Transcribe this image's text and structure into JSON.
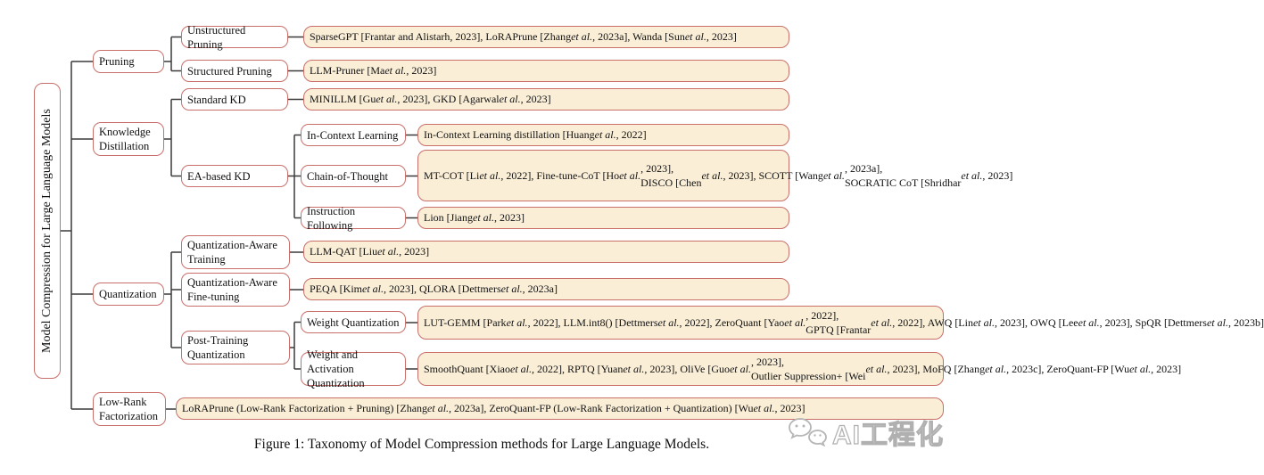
{
  "figure": {
    "caption": "Figure 1: Taxonomy of Model Compression methods for Large Language Models."
  },
  "colors": {
    "box_border": "#c96f6a",
    "leaf_fill": "#faeed7",
    "line": "#3a3a3a"
  },
  "tree": {
    "root": "Model Compression for Large Language Models",
    "l1": {
      "pruning": "Pruning",
      "kd": "Knowledge\nDistillation",
      "quant": "Quantization",
      "lowrank": "Low-Rank\nFactorization"
    },
    "l2": {
      "unstructured": "Unstructured Pruning",
      "structured": "Structured Pruning",
      "standard_kd": "Standard KD",
      "ea_kd": "EA-based KD",
      "qat": "Quantization-Aware\nTraining",
      "qaf": "Quantization-Aware\nFine-tuning",
      "ptq": "Post-Training\nQuantization"
    },
    "l3": {
      "icl": "In-Context Learning",
      "cot": "Chain-of-Thought",
      "instruction": "Instruction Following",
      "wq": "Weight Quantization",
      "waq": "Weight and Activation\nQuantization"
    }
  },
  "leaves": {
    "unstructured": "SparseGPT [Frantar and Alistarh, 2023], LoRAPrune [Zhang et al., 2023a], Wanda [Sun et al., 2023]",
    "structured": "LLM-Pruner [Ma et al., 2023]",
    "standard_kd": "MINILLM [Gu et al., 2023], GKD [Agarwal et al., 2023]",
    "icl": "In-Context Learning distillation [Huang et al., 2022]",
    "cot": "MT-COT [Li et al., 2022], Fine-tune-CoT [Ho et al., 2023],\nDISCO [Chen et al., 2023], SCOTT [Wang et al., 2023a],\nSOCRATIC CoT [Shridhar et al., 2023]",
    "instruction": "Lion [Jiang et al., 2023]",
    "qat": "LLM-QAT [Liu et al., 2023]",
    "qaf": "PEQA [Kim et al., 2023], QLORA [Dettmers et al., 2023a]",
    "wq": "LUT-GEMM [Park et al., 2022], LLM.int8() [Dettmers et al., 2022], ZeroQuant [Yao et al., 2022],\nGPTQ [Frantar et al., 2022], AWQ [Lin et al., 2023], OWQ [Lee et al., 2023], SpQR [Dettmers et al., 2023b]",
    "waq": "SmoothQuant [Xiao et al., 2022], RPTQ [Yuan et al., 2023], OliVe [Guo et al., 2023],\nOutlier Suppression+ [Wei et al., 2023], MoFQ [Zhang et al., 2023c], ZeroQuant-FP [Wu et al., 2023]",
    "lowrank": "LoRAPrune (Low-Rank Factorization + Pruning) [Zhang et al., 2023a], ZeroQuant-FP (Low-Rank Factorization + Quantization) [Wu et al., 2023]"
  },
  "watermark": {
    "text": "AI工程化"
  }
}
